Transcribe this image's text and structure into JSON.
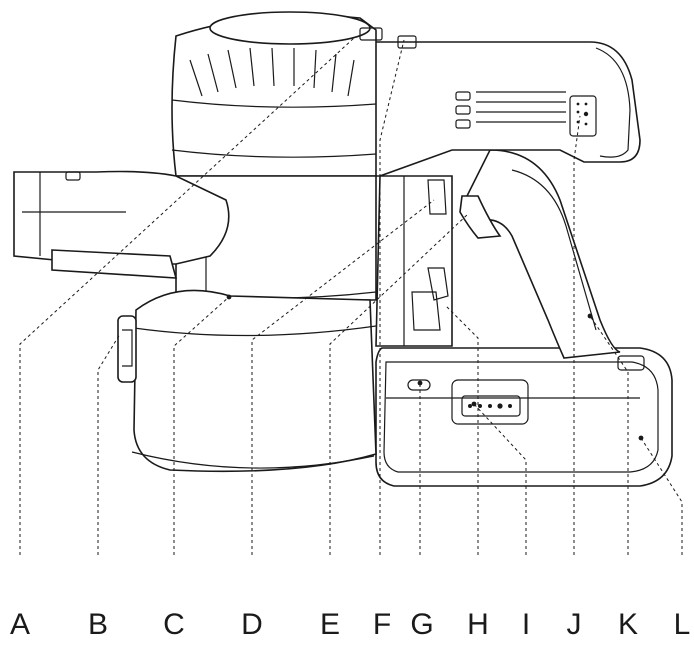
{
  "labels": [
    "A",
    "B",
    "C",
    "D",
    "E",
    "F",
    "G",
    "H",
    "I",
    "J",
    "K",
    "L"
  ],
  "colors": {
    "line": "#1a1a1a",
    "background": "#ffffff"
  }
}
